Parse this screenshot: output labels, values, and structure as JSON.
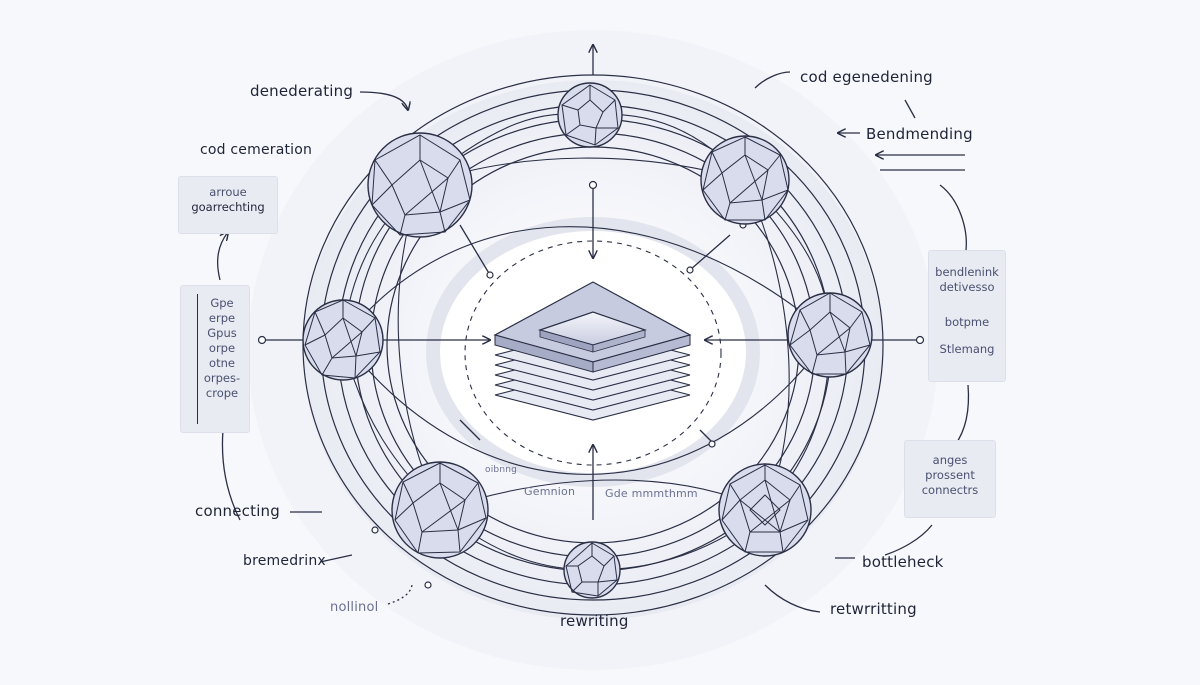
{
  "labels": {
    "top_left": "denederating",
    "left_upper": "cod cemeration",
    "top_right": "cod egenedening",
    "right_upper": "Bendmending",
    "left_lower": "connecting",
    "left_bottom": "bremedrinx",
    "bottom_left": "nollinol",
    "bottom_center": "rewriting",
    "right_bottom": "bottleheck",
    "bottom_right": "retwrritting",
    "inner_left": "Gemnion",
    "inner_right": "Gde mmmthmm",
    "inner_left_small": "oibnng"
  },
  "panels": {
    "top_left_panel": [
      "arroue",
      "goarrechting"
    ],
    "left_list": [
      "Gpe",
      "erpe",
      "Gpus",
      "orpe",
      "otne",
      "orpes-",
      "crope"
    ],
    "right_panel": [
      "bendlenink",
      "detivesso",
      "botpme",
      "Stlemang"
    ],
    "bottom_right_panel": [
      "anges",
      "prossent",
      "connectrs"
    ]
  }
}
